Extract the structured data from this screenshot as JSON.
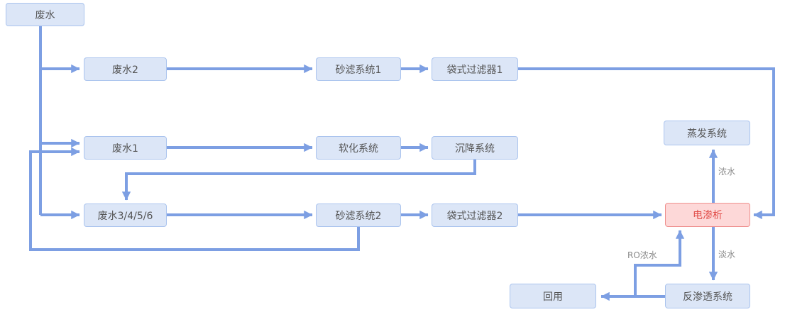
{
  "diagram": {
    "type": "flowchart",
    "colors": {
      "background": "#ffffff",
      "arrow": "#7d9fe3",
      "node_fill": "#dce6f7",
      "node_border": "#abc4ee",
      "node_text": "#555555",
      "highlight_fill": "#fdd8d8",
      "highlight_border": "#ef918f",
      "highlight_text": "#e14b47",
      "edge_label_text": "#8a8a8a"
    },
    "nodes": [
      {
        "id": "wastewater",
        "label": "废水",
        "highlighted": false
      },
      {
        "id": "wastewater-2",
        "label": "废水2",
        "highlighted": false
      },
      {
        "id": "sand-filter-1",
        "label": "砂滤系统1",
        "highlighted": false
      },
      {
        "id": "bag-filter-1",
        "label": "袋式过滤器1",
        "highlighted": false
      },
      {
        "id": "wastewater-1",
        "label": "废水1",
        "highlighted": false
      },
      {
        "id": "softening-system",
        "label": "软化系统",
        "highlighted": false
      },
      {
        "id": "settling-system",
        "label": "沉降系统",
        "highlighted": false
      },
      {
        "id": "wastewater-3456",
        "label": "废水3/4/5/6",
        "highlighted": false
      },
      {
        "id": "sand-filter-2",
        "label": "砂滤系统2",
        "highlighted": false
      },
      {
        "id": "bag-filter-2",
        "label": "袋式过滤器2",
        "highlighted": false
      },
      {
        "id": "evaporation-system",
        "label": "蒸发系统",
        "highlighted": false
      },
      {
        "id": "electrodialysis",
        "label": "电渗析",
        "highlighted": true
      },
      {
        "id": "reverse-osmosis",
        "label": "反渗透系统",
        "highlighted": false
      },
      {
        "id": "reuse",
        "label": "回用",
        "highlighted": false
      }
    ],
    "edges": [
      {
        "from": "wastewater",
        "to": "wastewater-2",
        "label": ""
      },
      {
        "from": "wastewater",
        "to": "wastewater-1",
        "label": ""
      },
      {
        "from": "wastewater",
        "to": "wastewater-3456",
        "label": ""
      },
      {
        "from": "wastewater-2",
        "to": "sand-filter-1",
        "label": ""
      },
      {
        "from": "sand-filter-1",
        "to": "bag-filter-1",
        "label": ""
      },
      {
        "from": "bag-filter-1",
        "to": "electrodialysis",
        "label": ""
      },
      {
        "from": "wastewater-1",
        "to": "softening-system",
        "label": ""
      },
      {
        "from": "softening-system",
        "to": "settling-system",
        "label": ""
      },
      {
        "from": "settling-system",
        "to": "wastewater-3456",
        "label": ""
      },
      {
        "from": "wastewater-3456",
        "to": "sand-filter-2",
        "label": ""
      },
      {
        "from": "sand-filter-2",
        "to": "bag-filter-2",
        "label": ""
      },
      {
        "from": "bag-filter-2",
        "to": "electrodialysis",
        "label": ""
      },
      {
        "from": "sand-filter-2",
        "to": "wastewater-1",
        "label": ""
      },
      {
        "from": "electrodialysis",
        "to": "evaporation-system",
        "label": "浓水"
      },
      {
        "from": "electrodialysis",
        "to": "reverse-osmosis",
        "label": "淡水"
      },
      {
        "from": "reverse-osmosis",
        "to": "reuse",
        "label": ""
      },
      {
        "from": "reverse-osmosis",
        "to": "electrodialysis",
        "label": "RO浓水"
      }
    ],
    "edge_labels": {
      "concentrate": "浓水",
      "fresh_water": "淡水",
      "ro_concentrate": "RO浓水"
    }
  }
}
